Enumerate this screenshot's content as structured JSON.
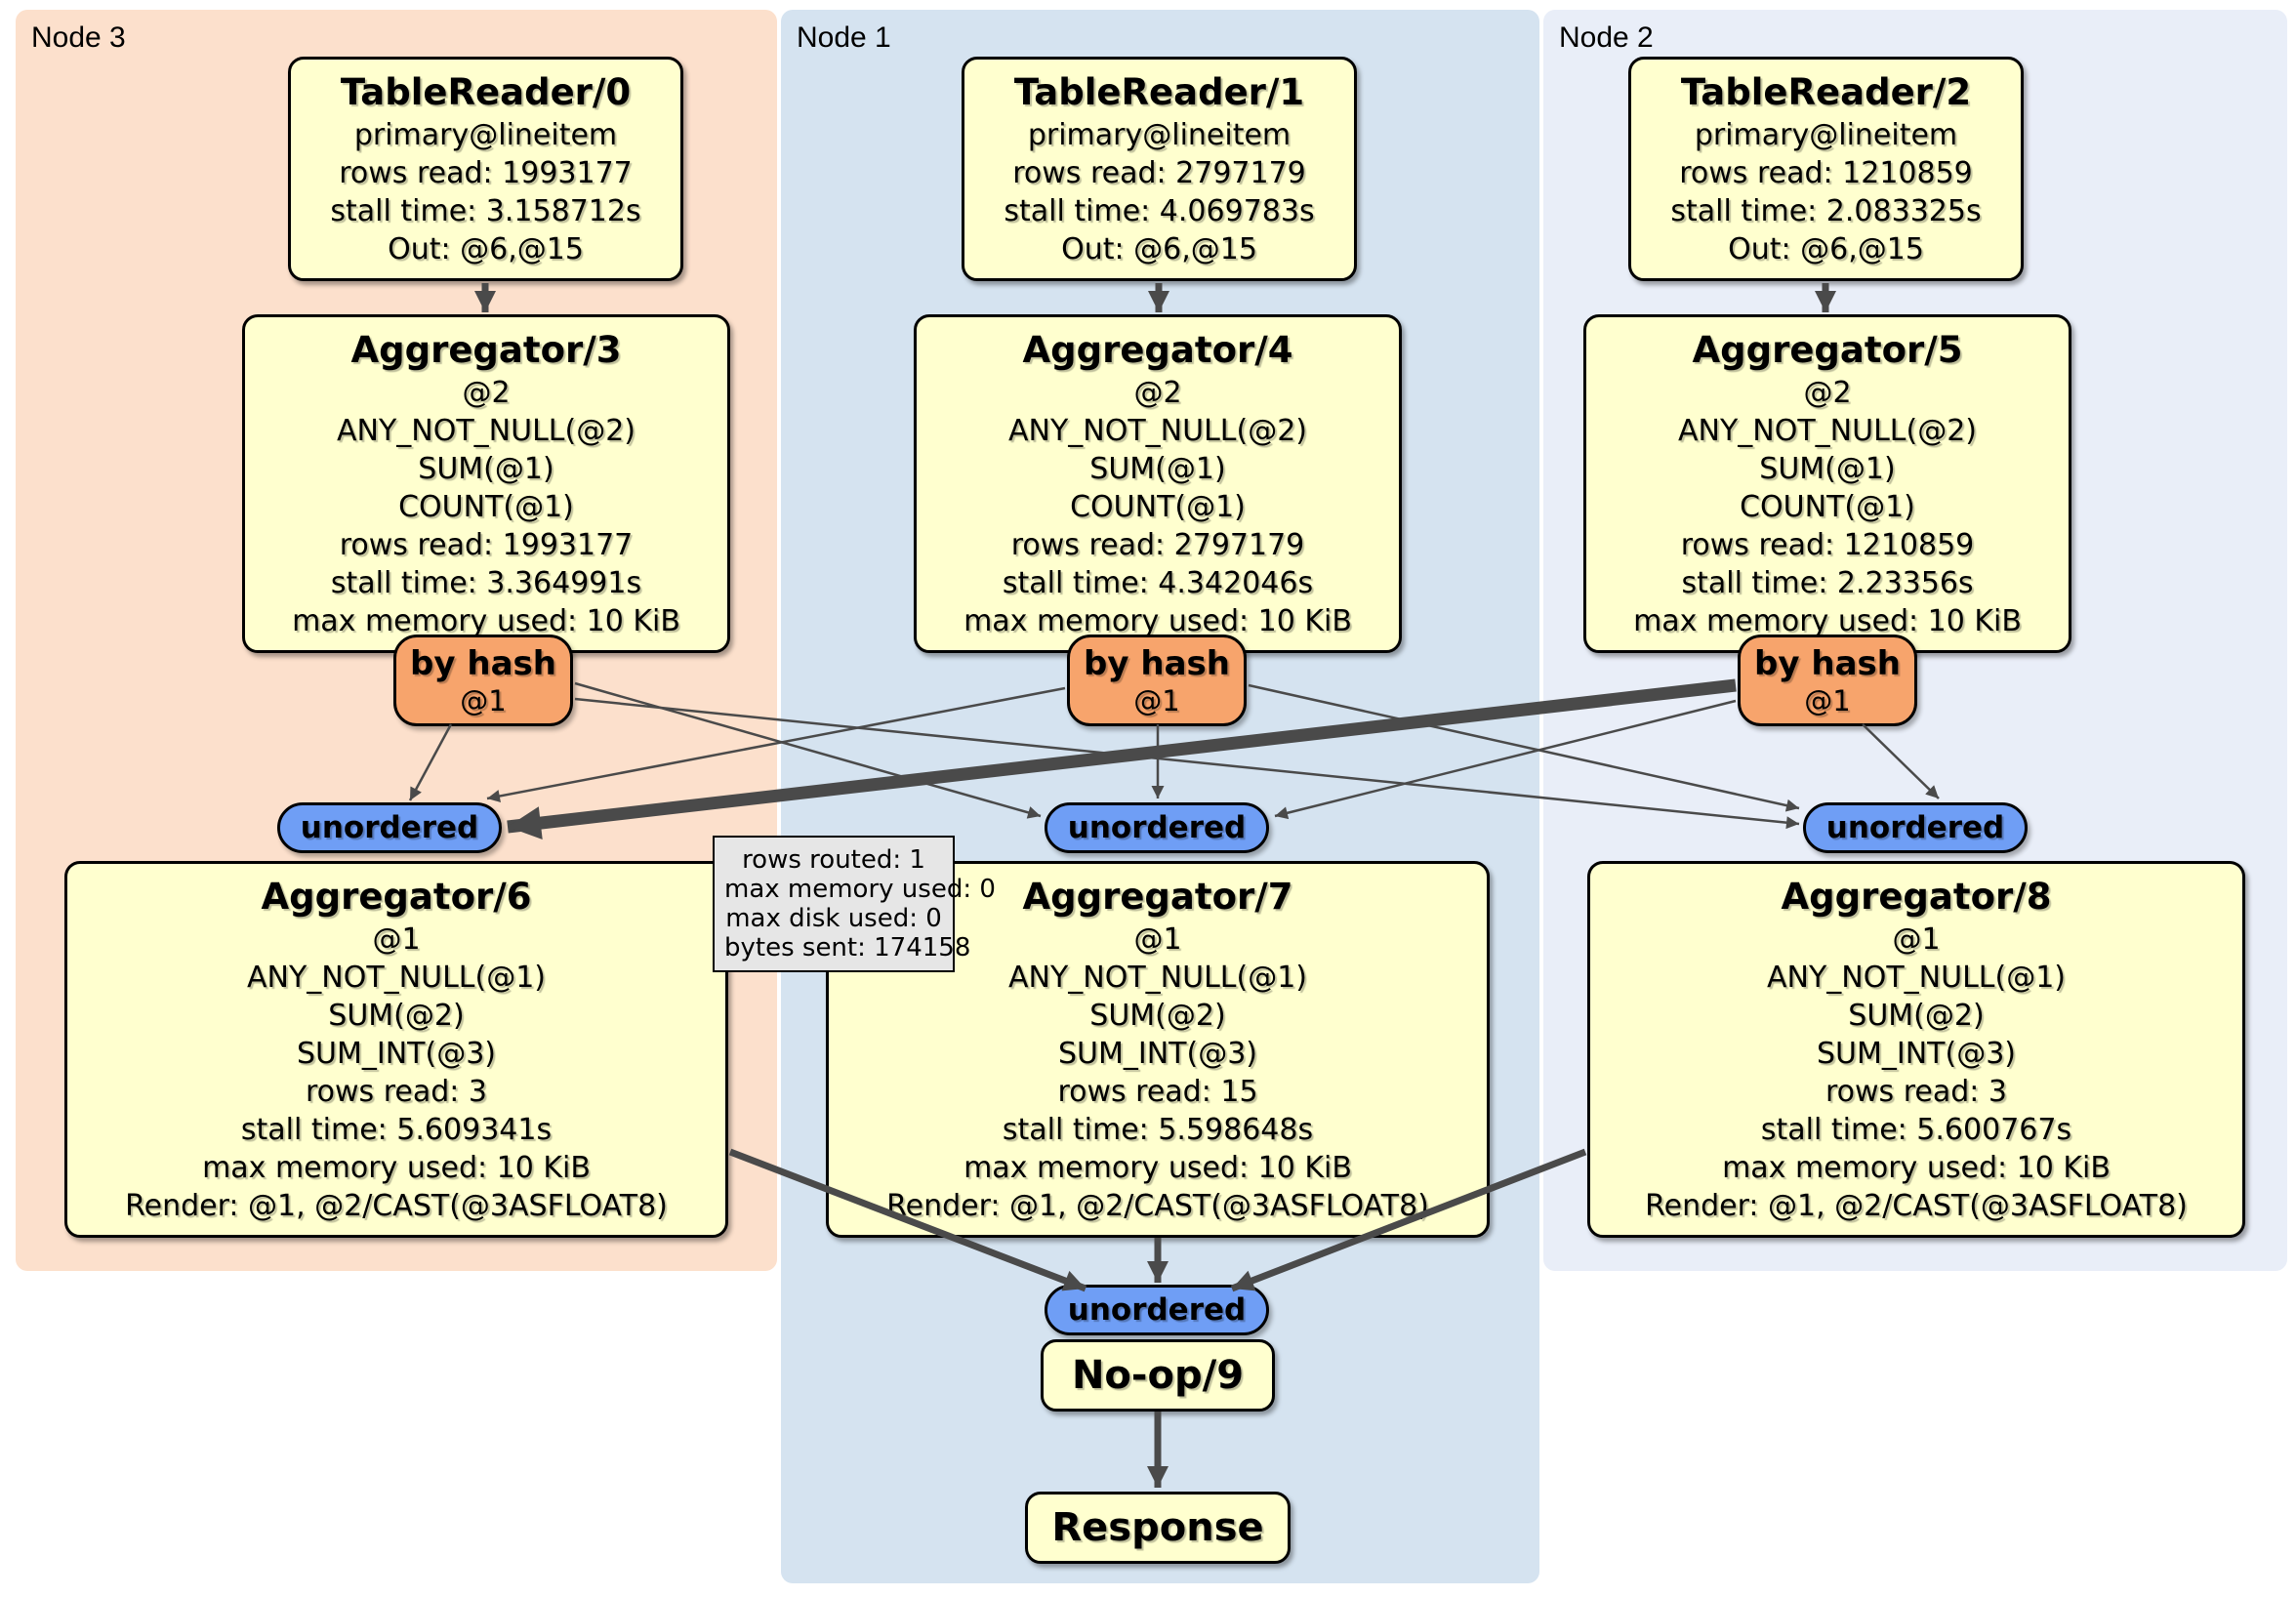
{
  "regions": {
    "node3": {
      "label": "Node 3"
    },
    "node1": {
      "label": "Node 1"
    },
    "node2": {
      "label": "Node 2"
    }
  },
  "routers": {
    "by_hash": {
      "label": "by hash",
      "key": "@1"
    },
    "unordered": {
      "label": "unordered"
    }
  },
  "processors": {
    "tr0": {
      "title": "TableReader/0",
      "lines": [
        "primary@lineitem",
        "rows read: 1993177",
        "stall time: 3.158712s",
        "Out: @6,@15"
      ]
    },
    "tr1": {
      "title": "TableReader/1",
      "lines": [
        "primary@lineitem",
        "rows read: 2797179",
        "stall time: 4.069783s",
        "Out: @6,@15"
      ]
    },
    "tr2": {
      "title": "TableReader/2",
      "lines": [
        "primary@lineitem",
        "rows read: 1210859",
        "stall time: 2.083325s",
        "Out: @6,@15"
      ]
    },
    "agg3": {
      "title": "Aggregator/3",
      "lines": [
        "@2",
        "ANY_NOT_NULL(@2)",
        "SUM(@1)",
        "COUNT(@1)",
        "rows read: 1993177",
        "stall time: 3.364991s",
        "max memory used: 10 KiB"
      ]
    },
    "agg4": {
      "title": "Aggregator/4",
      "lines": [
        "@2",
        "ANY_NOT_NULL(@2)",
        "SUM(@1)",
        "COUNT(@1)",
        "rows read: 2797179",
        "stall time: 4.342046s",
        "max memory used: 10 KiB"
      ]
    },
    "agg5": {
      "title": "Aggregator/5",
      "lines": [
        "@2",
        "ANY_NOT_NULL(@2)",
        "SUM(@1)",
        "COUNT(@1)",
        "rows read: 1210859",
        "stall time: 2.23356s",
        "max memory used: 10 KiB"
      ]
    },
    "agg6": {
      "title": "Aggregator/6",
      "lines": [
        "@1",
        "ANY_NOT_NULL(@1)",
        "SUM(@2)",
        "SUM_INT(@3)",
        "rows read: 3",
        "stall time: 5.609341s",
        "max memory used: 10 KiB",
        "Render: @1, @2/CAST(@3ASFLOAT8)"
      ]
    },
    "agg7": {
      "title": "Aggregator/7",
      "lines": [
        "@1",
        "ANY_NOT_NULL(@1)",
        "SUM(@2)",
        "SUM_INT(@3)",
        "rows read: 15",
        "stall time: 5.598648s",
        "max memory used: 10 KiB",
        "Render: @1, @2/CAST(@3ASFLOAT8)"
      ]
    },
    "agg8": {
      "title": "Aggregator/8",
      "lines": [
        "@1",
        "ANY_NOT_NULL(@1)",
        "SUM(@2)",
        "SUM_INT(@3)",
        "rows read: 3",
        "stall time: 5.600767s",
        "max memory used: 10 KiB",
        "Render: @1, @2/CAST(@3ASFLOAT8)"
      ]
    },
    "noop9": {
      "title": "No-op/9"
    },
    "response": {
      "title": "Response"
    }
  },
  "tooltip": {
    "lines": [
      "rows routed: 1",
      "max memory used: 0",
      "max disk used: 0",
      "bytes sent: 174158"
    ]
  },
  "colors": {
    "node3_bg": "#FCE0CC",
    "node1_bg": "#D5E3F0",
    "node2_bg": "#E9EEF8",
    "processor_fill": "#FFFFCF",
    "hash_router_fill": "#F7A46C",
    "sync_router_fill": "#6F9EF5",
    "tooltip_fill": "#E6E6E6",
    "edge_color": "#4A4A4A"
  }
}
